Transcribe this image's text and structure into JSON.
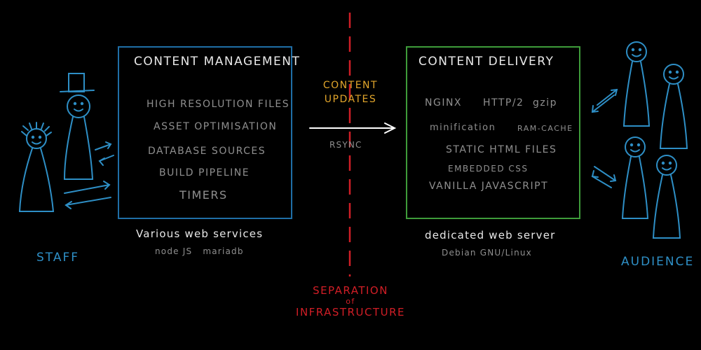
{
  "colors": {
    "background": "#000000",
    "management_box": "#1f6ea6",
    "delivery_box": "#3e9c3a",
    "people": "#2e8fc6",
    "updates": "#e1a52b",
    "separation": "#d11e26"
  },
  "management": {
    "title": "CONTENT MANAGEMENT",
    "items": [
      "HIGH RESOLUTION FILES",
      "ASSET OPTIMISATION",
      "DATABASE SOURCES",
      "BUILD PIPELINE",
      "TIMERS"
    ],
    "caption": "Various web services",
    "subcaption": "node JS   mariadb"
  },
  "delivery": {
    "title": "CONTENT DELIVERY",
    "items": [
      "NGINX",
      "HTTP/2",
      "gzip",
      "minification",
      "RAM-CACHE",
      "STATIC HTML FILES",
      "EMBEDDED CSS",
      "VANILLA JAVASCRIPT"
    ],
    "caption": "dedicated web server",
    "subcaption": "Debian GNU/Linux"
  },
  "updates": {
    "line1": "CONTENT",
    "line2": "UPDATES",
    "method": "RSYNC"
  },
  "separation": {
    "line1": "SEPARATION",
    "line2": "of",
    "line3": "INFRASTRUCTURE"
  },
  "staff_label": "STAFF",
  "audience_label": "AUDIENCE"
}
